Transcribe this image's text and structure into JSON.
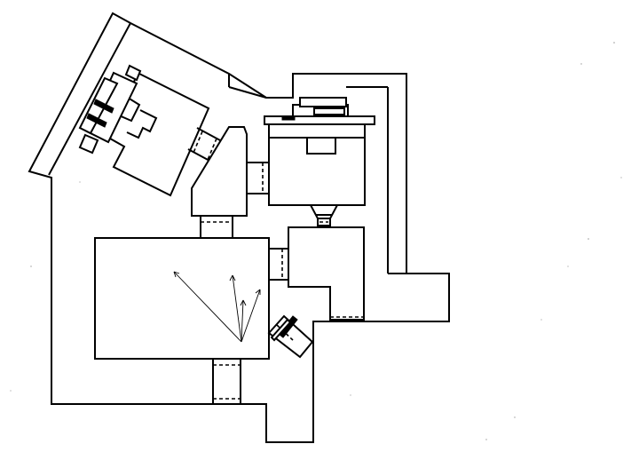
{
  "diagram": {
    "description_visible_text": "",
    "colors": {
      "line": "#000000",
      "background": "#ffffff",
      "speckle": "#9a9a9a"
    },
    "style": "black line drawing on white paper, floor-plan style outline of a fortified structure with attached rooms, emplacements and firing-direction arrows",
    "parts": [
      "outer-wall",
      "upper-left-room",
      "upper-left-turret",
      "angled-connector",
      "upper-right-room",
      "upper-right-gun-mount",
      "right-mid-room",
      "main-hall",
      "bottom-corridor",
      "right-gun-emplacement",
      "firing-direction-arrows"
    ],
    "arrow_count": 4
  }
}
